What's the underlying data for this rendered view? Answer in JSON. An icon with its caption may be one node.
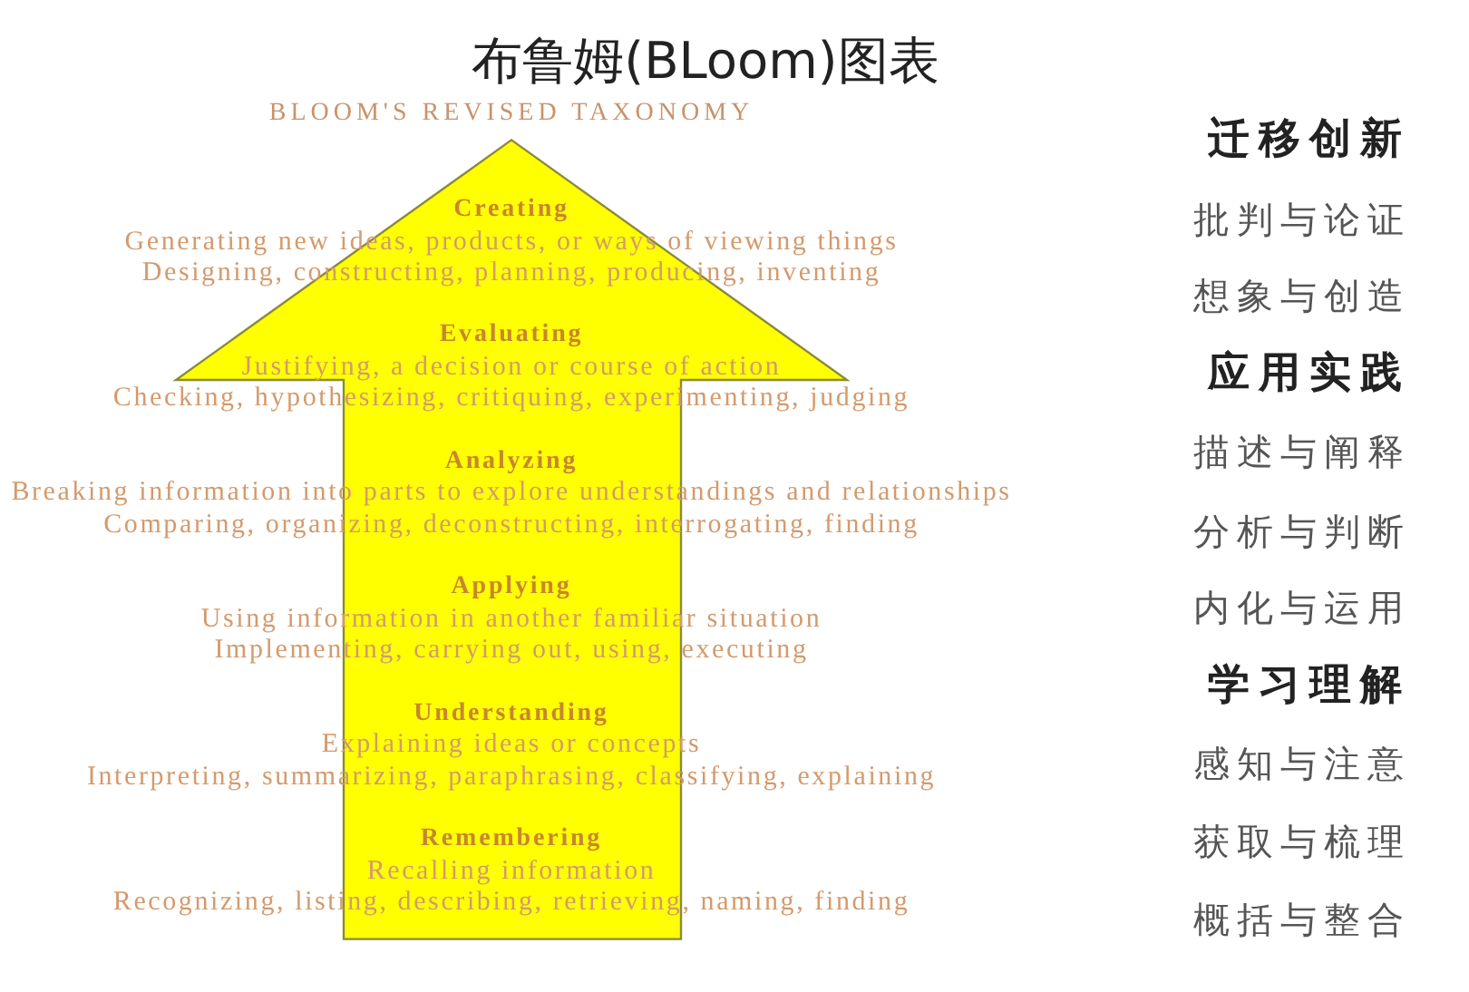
{
  "diagram": {
    "title": "布鲁姆(BLoom)图表",
    "nodes": [
      {
        "text": [
          "BLOOM'S REVISED TAXONOMY",
          "Creating",
          "Generating new ideas, products, or ways of viewing things",
          "Designing, constructing, planning, producing, inventing",
          "Evaluating",
          "Justifying, a decision or course of action",
          "Checking, hypothesizing, critiquing, experimenting, judging",
          "Analyzing",
          "Breaking information into parts to explore understandings and relationships",
          "Comparing, organizing, deconstructing, interrogating, finding",
          "Applying",
          "Using information in another familiar situation",
          "Implementing, carrying out, using, executing",
          "Understanding",
          "Explaining ideas or concepts",
          "Interpreting, summarizing, paraphrasing, classifying, explaining",
          "Remembering",
          "Recalling information",
          "Recognizing, listing, describing, retrieving, naming, finding"
        ]
      }
    ],
    "labels": [
      "迁移创新",
      "批判与论证",
      "想象与创造",
      "应用实践",
      "描述与阐释",
      "分析与判断",
      "内化与运用",
      "学习理解",
      "感知与注意",
      "获取与梳理",
      "概括与整合"
    ]
  }
}
